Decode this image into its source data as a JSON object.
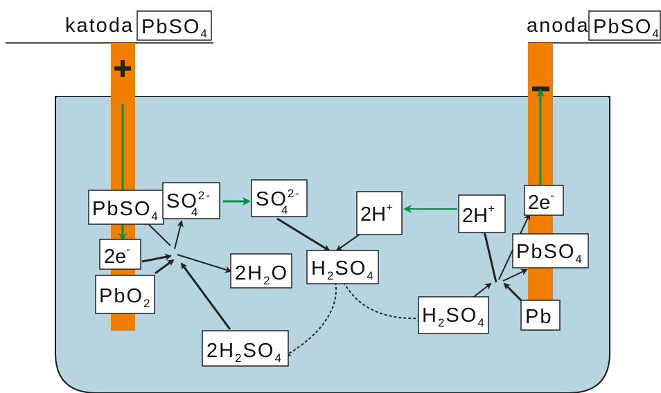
{
  "cathode": {
    "label": "katoda",
    "product_main": "PbSO",
    "product_sub": "4",
    "sign": "+"
  },
  "anode": {
    "label": "anoda",
    "product_main": "PbSO",
    "product_sub": "4",
    "sign": "−"
  },
  "species": {
    "pbso4_cathode": {
      "main": "PbSO",
      "sub": "4"
    },
    "so4_cathode": {
      "main": "SO",
      "sub": "4",
      "sup": "2-"
    },
    "so4_mid": {
      "main": "SO",
      "sub": "4",
      "sup": "2-"
    },
    "h_left": {
      "main": "2H",
      "sup": "+"
    },
    "h_right": {
      "main": "2H",
      "sup": "+"
    },
    "e_anode": {
      "main": "2e",
      "sup": "-"
    },
    "e_cathode": {
      "main": "2e",
      "sup": "-"
    },
    "pbo2": {
      "main": "PbO",
      "sub": "2"
    },
    "water": {
      "pre": "2H",
      "sub": "2",
      "post": "O"
    },
    "h2so4_center": {
      "pre": "H",
      "sub1": "2",
      "mid": "SO",
      "sub2": "4"
    },
    "h2so4_right": {
      "pre": "H",
      "sub1": "2",
      "mid": "SO",
      "sub2": "4"
    },
    "h2so4_bottom": {
      "pre": "2H",
      "sub1": "2",
      "mid": "SO",
      "sub2": "4"
    },
    "pbso4_anode": {
      "main": "PbSO",
      "sub": "4"
    },
    "pb": {
      "main": "Pb"
    }
  },
  "colors": {
    "electrolyte": "#b7d5e0",
    "electrode": "#f07f00",
    "flow_arrow": "#00934a",
    "reaction_arrow": "#222222"
  }
}
